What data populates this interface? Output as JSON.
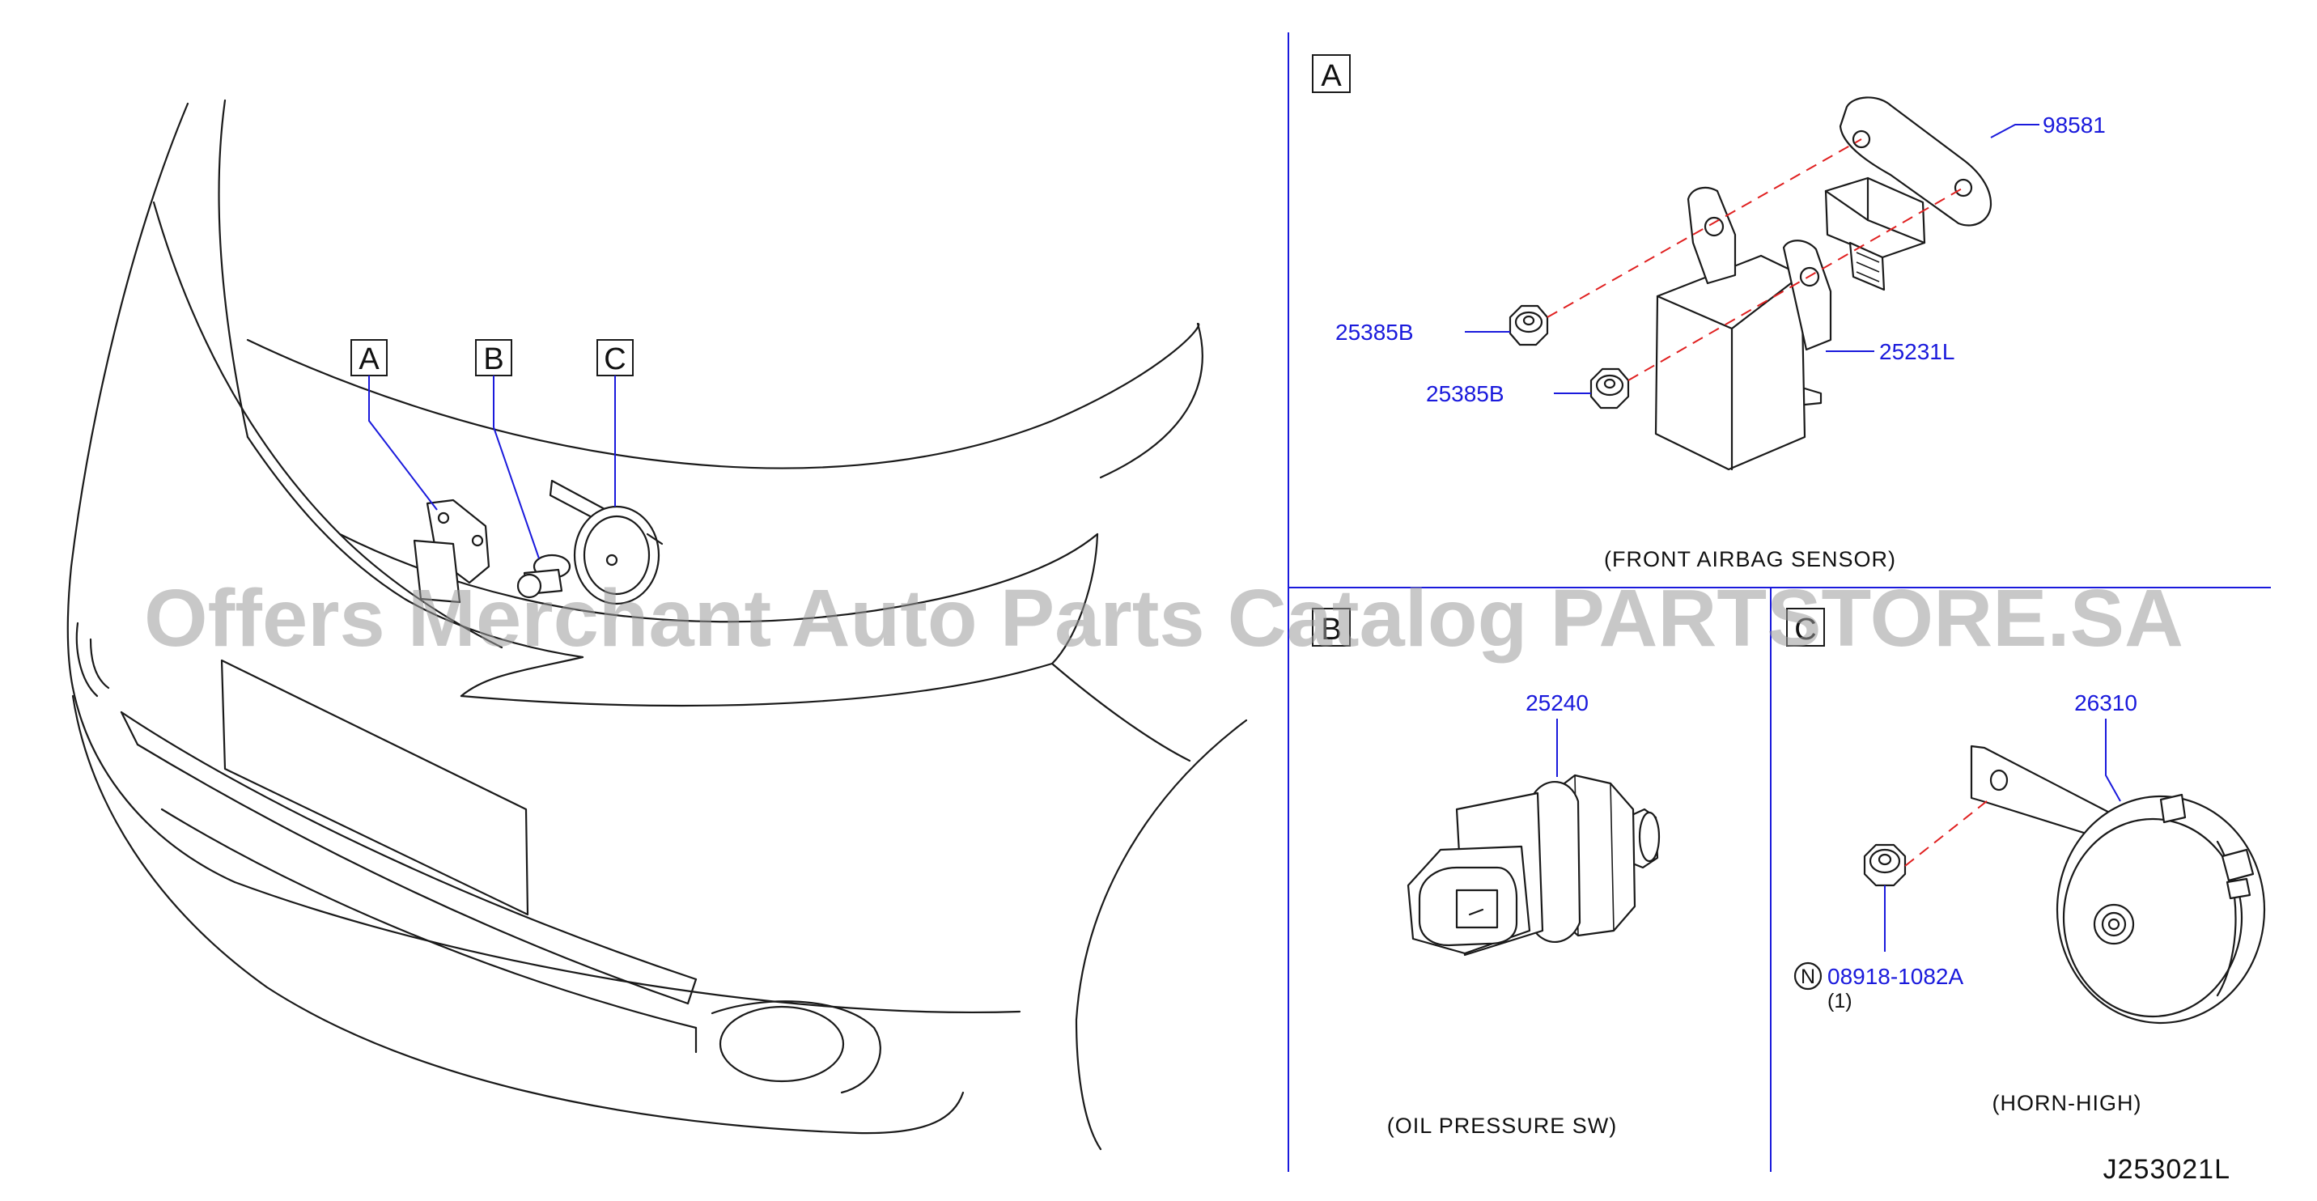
{
  "diagram_code": "J253021L",
  "watermark": "Offers Merchant Auto Parts Catalog PARTSTORE.SA",
  "callouts": {
    "a": "A",
    "b": "B",
    "c": "C"
  },
  "sections": {
    "a": {
      "letter": "A",
      "caption": "(FRONT   AIRBAG   SENSOR)",
      "parts": {
        "sensor": "98581",
        "bracket": "25231L",
        "nut_upper": "25385B",
        "nut_lower": "25385B"
      }
    },
    "b": {
      "letter": "B",
      "caption": "(OIL   PRESSURE   SW)",
      "parts": {
        "switch": "25240"
      }
    },
    "c": {
      "letter": "C",
      "caption": "(HORN-HIGH)",
      "parts": {
        "horn": "26310",
        "nut_marker": "N",
        "nut": "08918-1082A",
        "nut_qty": "(1)"
      }
    }
  }
}
